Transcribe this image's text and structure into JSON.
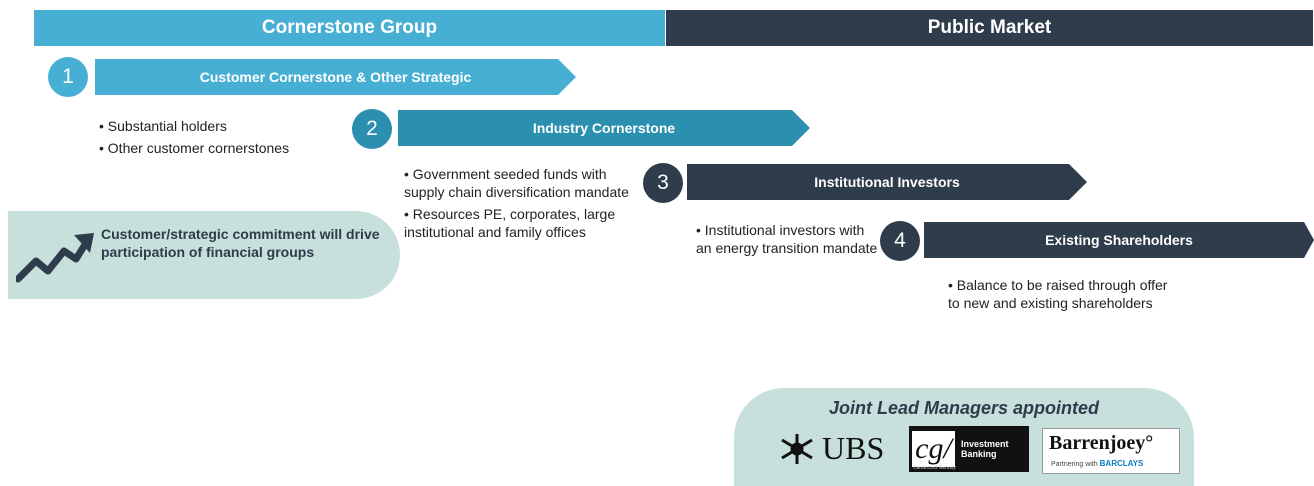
{
  "headers": {
    "left": "Cornerstone Group",
    "right": "Public Market"
  },
  "colors": {
    "header_left": "#47afd4",
    "header_right": "#2e3c4b",
    "stage_1": "#47afd4",
    "stage_2": "#2b8fb0",
    "stage_3": "#2e3c4b",
    "stage_4": "#2e3c4b",
    "pill": "#c7e0dc"
  },
  "stages": [
    {
      "number": "1",
      "title": "Customer Cornerstone & Other Strategic",
      "bullets": [
        "• Substantial holders",
        "• Other customer cornerstones"
      ]
    },
    {
      "number": "2",
      "title": "Industry Cornerstone",
      "bullets": [
        "• Government seeded funds with supply chain diversification mandate",
        "• Resources PE, corporates, large institutional and family offices"
      ]
    },
    {
      "number": "3",
      "title": "Institutional Investors",
      "bullets": [
        "• Institutional investors with an energy transition mandate"
      ]
    },
    {
      "number": "4",
      "title": "Existing Shareholders",
      "bullets": [
        "• Balance to be raised through offer to new and existing shareholders"
      ]
    }
  ],
  "callout": {
    "icon": "trend-up-arrow-icon",
    "text": "Customer/strategic commitment will drive participation of financial groups"
  },
  "managers": {
    "title": "Joint Lead Managers appointed",
    "ubs": "UBS",
    "cg": "cg/",
    "cg_label": "Investment Banking",
    "cg_sub": "Canaccord Genuity",
    "barrenjoey": "Barrenjoey°",
    "barrenjoey_sub": "Partnering with",
    "barclays": "BARCLAYS"
  }
}
